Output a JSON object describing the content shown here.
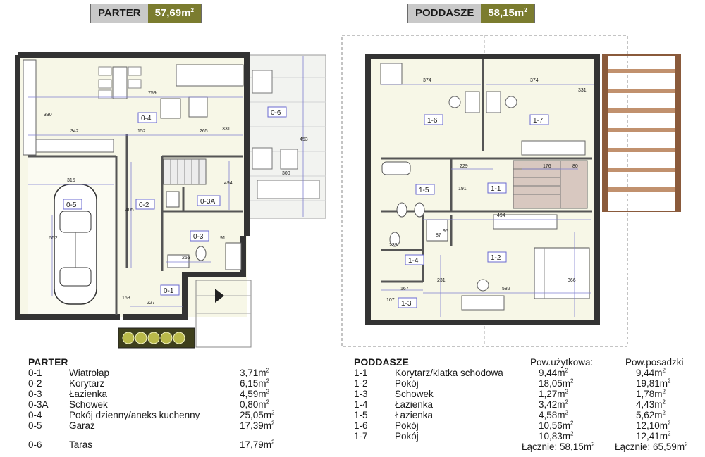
{
  "header": {
    "parter_label": "PARTER",
    "parter_area": "57,69m",
    "poddasze_label": "PODDASZE",
    "poddasze_area": "58,15m",
    "unit_sup": "2"
  },
  "plan_labels": {
    "ground": [
      "0-1",
      "0-2",
      "0-3",
      "0-3A",
      "0-4",
      "0-5",
      "0-6"
    ],
    "upper": [
      "1-1",
      "1-2",
      "1-3",
      "1-4",
      "1-5",
      "1-6",
      "1-7"
    ]
  },
  "dimensions": {
    "ground": [
      "759",
      "330",
      "342",
      "152",
      "265",
      "331",
      "315",
      "300",
      "453",
      "494",
      "405",
      "552",
      "255",
      "91",
      "227",
      "163"
    ],
    "upper": [
      "374",
      "374",
      "229",
      "176",
      "80",
      "191",
      "494",
      "582",
      "167",
      "107",
      "231",
      "366",
      "331",
      "87",
      "95",
      "239"
    ]
  },
  "parter_table": {
    "title": "PARTER",
    "rows": [
      {
        "code": "0-1",
        "name": "Wiatrołap",
        "area": "3,71m"
      },
      {
        "code": "0-2",
        "name": "Korytarz",
        "area": "6,15m"
      },
      {
        "code": "0-3",
        "name": "Łazienka",
        "area": "4,59m"
      },
      {
        "code": "0-3A",
        "name": "Schowek",
        "area": "0,80m"
      },
      {
        "code": "0-4",
        "name": "Pokój dzienny/aneks kuchenny",
        "area": "25,05m"
      },
      {
        "code": "0-5",
        "name": "Garaż",
        "area": "17,39m"
      },
      {
        "code": "0-6",
        "name": "Taras",
        "area": "17,79m"
      }
    ]
  },
  "poddasze_table": {
    "title": "PODDASZE",
    "col_usable": "Pow.użytkowa:",
    "col_floor": "Pow.posadzki",
    "rows": [
      {
        "code": "1-1",
        "name": "Korytarz/klatka schodowa",
        "usable": "9,44m",
        "floor": "9,44m"
      },
      {
        "code": "1-2",
        "name": "Pokój",
        "usable": "18,05m",
        "floor": "19,81m"
      },
      {
        "code": "1-3",
        "name": "Schowek",
        "usable": "1,27m",
        "floor": "1,78m"
      },
      {
        "code": "1-4",
        "name": "Łazienka",
        "usable": "3,42m",
        "floor": "4,43m"
      },
      {
        "code": "1-5",
        "name": "Łazienka",
        "usable": "4,58m",
        "floor": "5,62m"
      },
      {
        "code": "1-6",
        "name": "Pokój",
        "usable": "10,56m",
        "floor": "12,10m"
      },
      {
        "code": "1-7",
        "name": "Pokój",
        "usable": "10,83m",
        "floor": "12,41m"
      }
    ],
    "total_usable": "Łącznie: 58,15m",
    "total_floor": "Łącznie: 65,59m"
  }
}
